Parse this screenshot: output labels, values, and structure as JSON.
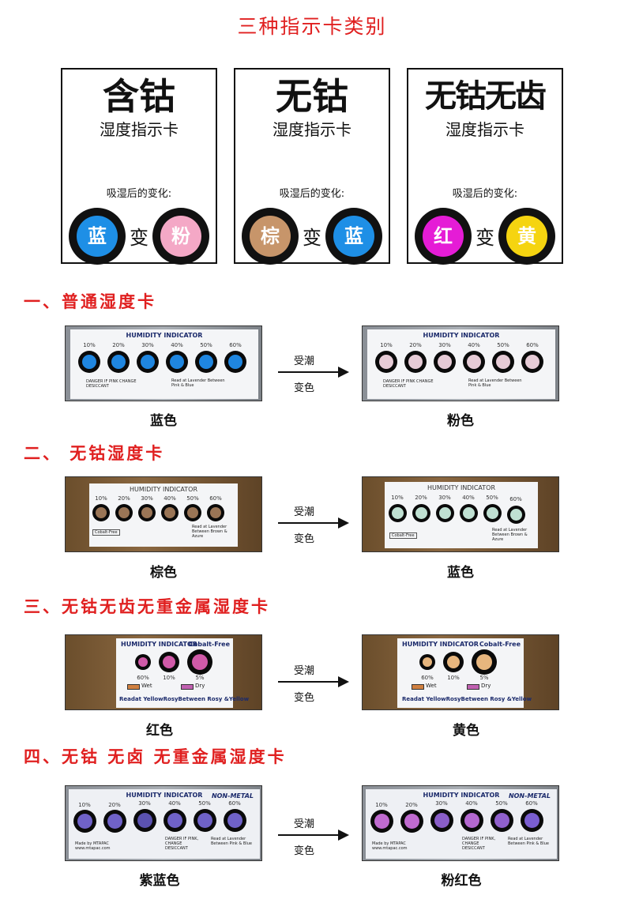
{
  "title": "三种指示卡类别",
  "types": [
    {
      "big": "含钴",
      "sub": "湿度指示卡",
      "change": "吸湿后的变化:",
      "from": "蓝",
      "to": "粉",
      "bian": "变",
      "from_color": "#1e8fe6",
      "to_color": "#f4a8c6"
    },
    {
      "big": "无钴",
      "sub": "湿度指示卡",
      "change": "吸湿后的变化:",
      "from": "棕",
      "to": "蓝",
      "bian": "变",
      "from_color": "#c7956a",
      "to_color": "#1e8fe6"
    },
    {
      "big": "无钴无齿",
      "sub": "湿度指示卡",
      "change": "吸湿后的变化:",
      "from": "红",
      "to": "黄",
      "bian": "变",
      "from_color": "#e51cd6",
      "to_color": "#f5d410"
    }
  ],
  "sections": [
    {
      "heading": "一、普通湿度卡",
      "left_caption": "蓝色",
      "right_caption": "粉色",
      "arrow_top": "受潮",
      "arrow_bottom": "变色",
      "card": {
        "title": "HUMIDITY INDICATOR",
        "pcts": [
          "10%",
          "20%",
          "30%",
          "40%",
          "50%",
          "60%"
        ],
        "note_left": "DANGER IF PINK CHANGE DESICCANT",
        "note_right": "Read at Lavender Between Pink & Blue"
      }
    },
    {
      "heading": "二、 无钴湿度卡",
      "left_caption": "棕色",
      "right_caption": "蓝色",
      "arrow_top": "受潮",
      "arrow_bottom": "变色",
      "card": {
        "title": "HUMIDITY INDICATOR",
        "pcts": [
          "10%",
          "20%",
          "30%",
          "40%",
          "50%",
          "60%"
        ],
        "note_left": "Cobalt-Free",
        "note_right": "Read at Lavender Between Brown & Azure"
      }
    },
    {
      "heading": "三、无钴无齿无重金属湿度卡",
      "left_caption": "红色",
      "right_caption": "黄色",
      "arrow_top": "受潮",
      "arrow_bottom": "变色",
      "card": {
        "title": "HUMIDITY INDICATOR",
        "badge": "Cobalt-Free",
        "pcts": [
          "60%",
          "10%",
          "5%"
        ],
        "wet": "Wet",
        "dry": "Dry",
        "note": "Readat YellowRosyBetween Rosy &Yellow"
      }
    },
    {
      "heading": "四、无钴 无卤 无重金属湿度卡",
      "left_caption": "紫蓝色",
      "right_caption": "粉红色",
      "arrow_top": "受潮",
      "arrow_bottom": "变色",
      "card": {
        "title": "HUMIDITY INDICATOR",
        "badge": "NON-METAL",
        "pcts": [
          "10%",
          "20%",
          "30%",
          "40%",
          "50%",
          "60%"
        ],
        "note_left": "DANGER IF PINK, CHANGE DESICCANT",
        "note_right": "Read at Lavender Between Pink & Blue",
        "brand": "Made by MTAPAC www.mtapac.com"
      }
    }
  ],
  "colors": {
    "s1_before": "#1f86e0",
    "s1_after": "#e6cbd6",
    "s2_before": "#9a7556",
    "s2_after": "#bfe0d2",
    "s3_before": "#d05aa8",
    "s3_after": "#e7b67e",
    "s4_before": "#6f62c8",
    "s4_after_a": "#c06bd0",
    "s4_after_b": "#7a5ed0"
  }
}
